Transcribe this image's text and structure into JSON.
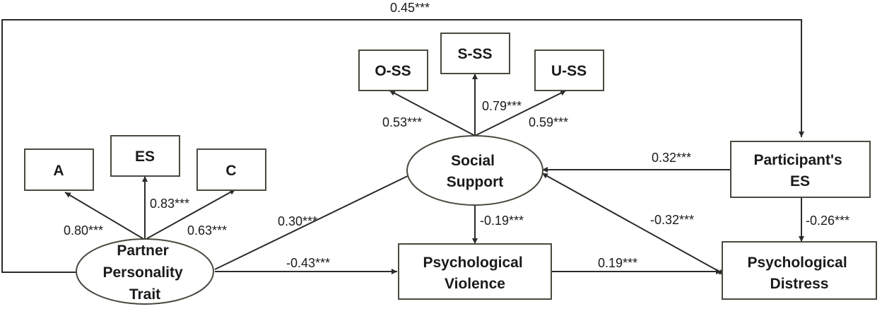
{
  "nodes": {
    "a": "A",
    "es": "ES",
    "c": "C",
    "oss": "O-SS",
    "sss": "S-SS",
    "uss": "U-SS",
    "partner": [
      "Partner",
      "Personality",
      "Trait"
    ],
    "social": [
      "Social",
      "Support"
    ],
    "participant": [
      "Participant's",
      "ES"
    ],
    "violence": [
      "Psychological",
      "Violence"
    ],
    "distress": [
      "Psychological",
      "Distress"
    ]
  },
  "coefficients": {
    "top_path": "0.45***",
    "partner_to_a": "0.80***",
    "partner_to_es": "0.83***",
    "partner_to_c": "0.63***",
    "social_to_oss": "0.53***",
    "social_to_sss": "0.79***",
    "social_to_uss": "0.59***",
    "participant_to_social": "0.32***",
    "partner_to_social": "0.30***",
    "social_to_violence": "-0.19***",
    "social_to_distress": "-0.32***",
    "participant_to_distress": "-0.26***",
    "partner_to_violence": "-0.43***",
    "violence_to_distress": "0.19***"
  }
}
